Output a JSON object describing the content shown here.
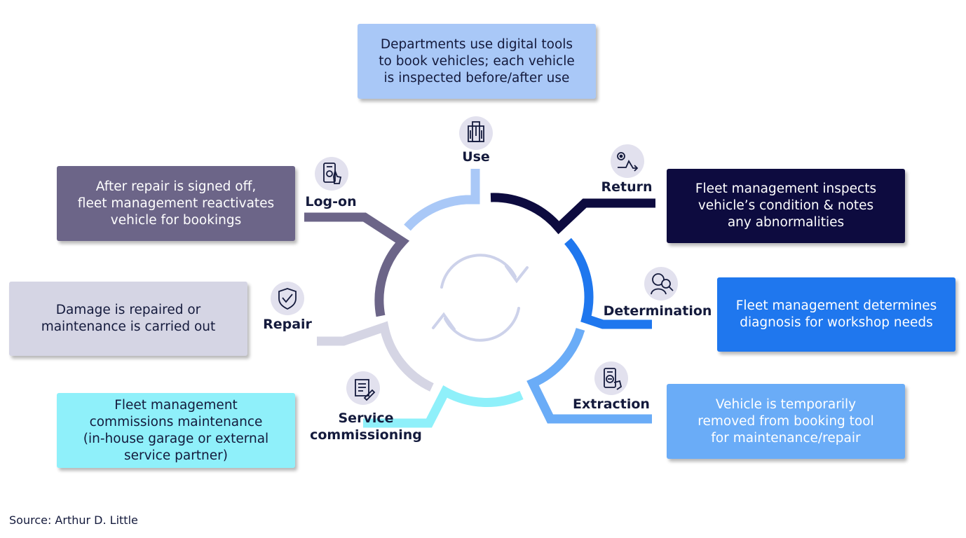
{
  "stages": [
    {
      "key": "use",
      "label": "Use",
      "description": "Departments use digital tools\nto book vehicles; each vehicle\nis inspected before/after use",
      "color": "#a9c8f7",
      "icon": "building-icon"
    },
    {
      "key": "return",
      "label": "Return",
      "description": "Fleet management inspects\nvehicle’s condition & notes\nany abnormalities",
      "color": "#0d0b3f",
      "icon": "route-icon"
    },
    {
      "key": "determination",
      "label": "Determination",
      "description": "Fleet management determines\ndiagnosis for workshop needs",
      "color": "#1f77ee",
      "icon": "inspector-icon"
    },
    {
      "key": "extraction",
      "label": "Extraction",
      "description": "Vehicle is temporarily\nremoved from booking tool\nfor maintenance/repair",
      "color": "#6aacf7",
      "icon": "phone-remove-icon"
    },
    {
      "key": "service",
      "label": "Service\ncommissioning",
      "description": "Fleet management\ncommissions maintenance\n(in-house garage or external\nservice partner)",
      "color": "#8ff0fa",
      "icon": "document-icon"
    },
    {
      "key": "repair",
      "label": "Repair",
      "description": "Damage is repaired or\nmaintenance is carried out",
      "color": "#d5d5e4",
      "icon": "shield-check-icon"
    },
    {
      "key": "logon",
      "label": "Log-on",
      "description": "After repair is signed off,\nfleet management reactivates\nvehicle for bookings",
      "color": "#6c6588",
      "icon": "phone-tap-icon"
    }
  ],
  "source": "Source: Arthur D. Little"
}
